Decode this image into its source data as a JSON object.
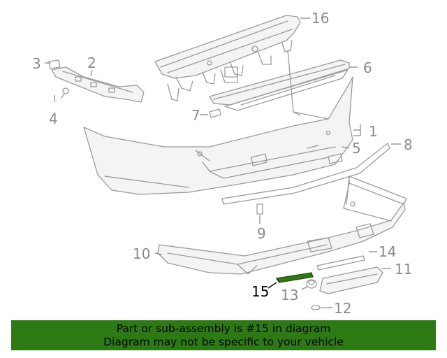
{
  "diagram": {
    "highlighted_part": "15",
    "highlight_color": "#2d7a14",
    "callouts": [
      {
        "id": "1",
        "label": "1"
      },
      {
        "id": "2",
        "label": "2"
      },
      {
        "id": "3",
        "label": "3"
      },
      {
        "id": "4",
        "label": "4"
      },
      {
        "id": "5",
        "label": "5"
      },
      {
        "id": "6",
        "label": "6"
      },
      {
        "id": "7",
        "label": "7"
      },
      {
        "id": "8",
        "label": "8"
      },
      {
        "id": "9",
        "label": "9"
      },
      {
        "id": "10",
        "label": "10"
      },
      {
        "id": "11",
        "label": "11"
      },
      {
        "id": "12",
        "label": "12"
      },
      {
        "id": "13",
        "label": "13"
      },
      {
        "id": "14",
        "label": "14"
      },
      {
        "id": "15",
        "label": "15"
      },
      {
        "id": "16",
        "label": "16"
      }
    ]
  },
  "banner": {
    "line1": "Part or sub-assembly is #15 in diagram",
    "line2": "Diagram may not be specific to your vehicle",
    "background": "#2d7a14"
  }
}
